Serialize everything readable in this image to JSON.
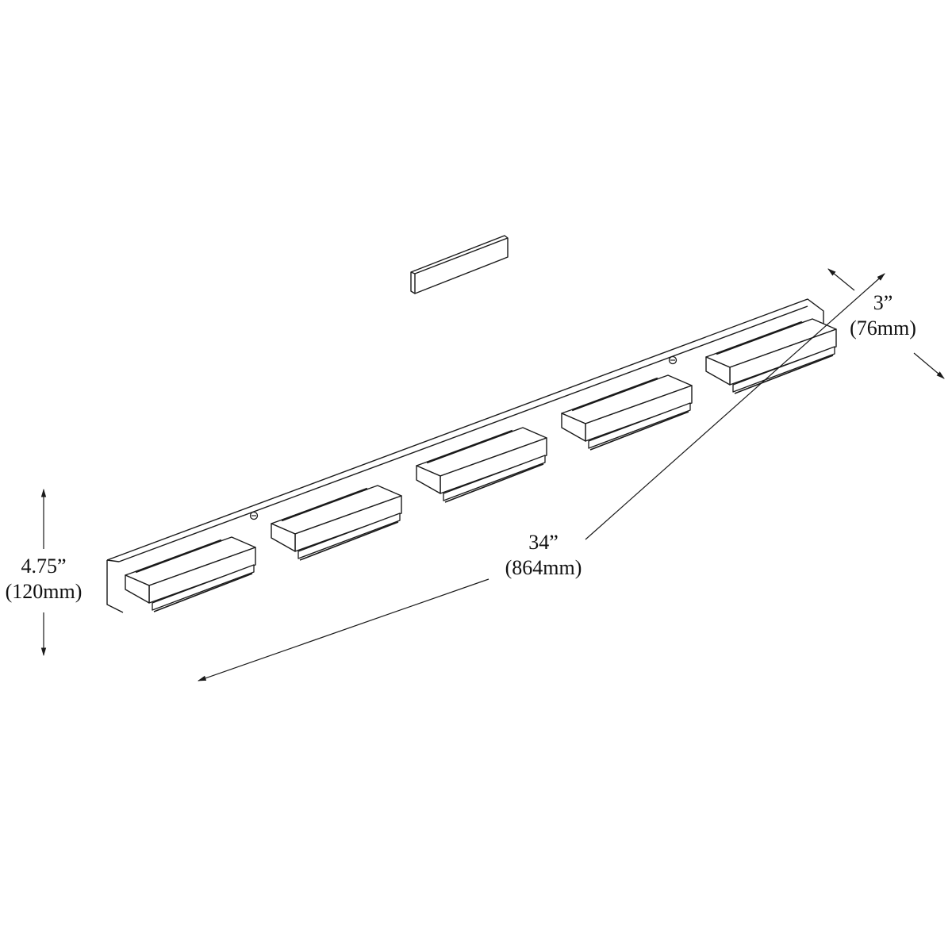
{
  "dimensions": {
    "height": {
      "imperial": "4.75”",
      "metric": "(120mm)"
    },
    "width": {
      "imperial": "34”",
      "metric": "(864mm)"
    },
    "depth": {
      "imperial": "3”",
      "metric": "(76mm)"
    }
  },
  "colors": {
    "line": "#1a1a1a",
    "background": "#ffffff"
  }
}
